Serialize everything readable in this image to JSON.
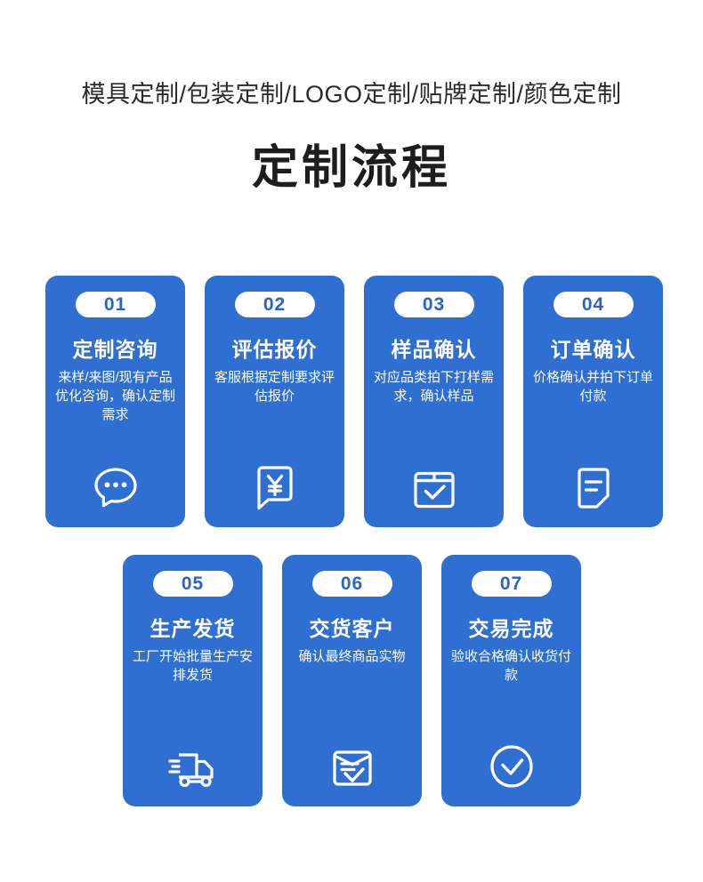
{
  "header": {
    "subtitle": "模具定制/包装定制/LOGO定制/贴牌定制/颜色定制",
    "title": "定制流程"
  },
  "theme": {
    "card_blue": "#2f6fd2",
    "badge_text_blue": "#2a64c4",
    "card_text": "#ffffff",
    "page_background": "#ffffff",
    "title_color": "#1d1d1d"
  },
  "steps": [
    {
      "number": "01",
      "title": "定制咨询",
      "desc": "来样/来图/现有产品优化咨询，确认定制需求",
      "icon": "chat-bubble-icon"
    },
    {
      "number": "02",
      "title": "评估报价",
      "desc": "客服根据定制要求评估报价",
      "icon": "yen-tag-icon"
    },
    {
      "number": "03",
      "title": "样品确认",
      "desc": "对应品类拍下打样需求，确认样品",
      "icon": "box-check-icon"
    },
    {
      "number": "04",
      "title": "订单确认",
      "desc": "价格确认并拍下订单付款",
      "icon": "document-icon"
    },
    {
      "number": "05",
      "title": "生产发货",
      "desc": "工厂开始批量生产安排发货",
      "icon": "delivery-truck-icon"
    },
    {
      "number": "06",
      "title": "交货客户",
      "desc": "确认最终商品实物",
      "icon": "document-check-icon"
    },
    {
      "number": "07",
      "title": "交易完成",
      "desc": "验收合格确认收货付款",
      "icon": "circle-check-icon"
    }
  ]
}
